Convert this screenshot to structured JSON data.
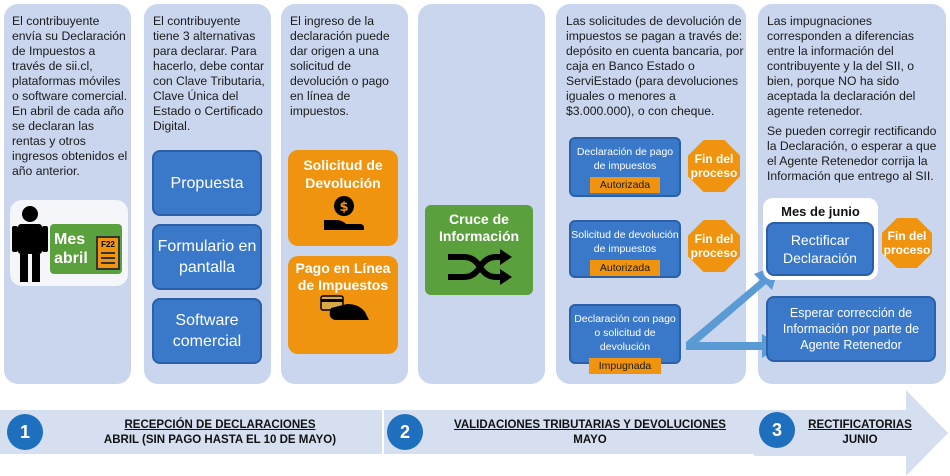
{
  "col1": {
    "text": "El contribuyente envía su Declaración de Impuestos a través de sii.cl, plataformas móviles o software comercial. En abril de cada año se declaran las rentas y otros ingresos obtenidos el año anterior.",
    "badge_month": "Mes abril",
    "form_label": "F22"
  },
  "col2": {
    "text": "El contribuyente tiene 3 alternativas para declarar. Para hacerlo, debe contar con Clave Tributaria, Clave Única del Estado o Certificado Digital.",
    "options": [
      "Propuesta",
      "Formulario en pantalla",
      "Software comercial"
    ]
  },
  "col3": {
    "text": "El ingreso de la declaración puede dar origen a una solicitud de devolución o pago en línea de impuestos.",
    "box1": "Solicitud de Devolución",
    "box2": "Pago en Línea de Impuestos"
  },
  "col4": {
    "label": "Cruce de Información"
  },
  "col5": {
    "text": "Las solicitudes de devolución de impuestos se pagan a través de: depósito en cuenta bancaria, por caja en Banco Estado o ServiEstado (para devoluciones iguales o menores a $3.000.000), o con cheque.",
    "items": [
      {
        "label": "Declaración de pago de impuestos",
        "status": "Autorizada"
      },
      {
        "label": "Solicitud de devolución de impuestos",
        "status": "Autorizada"
      },
      {
        "label": "Declaración con pago o solicitud de devolución",
        "status": "Impugnada"
      }
    ],
    "end_label": "Fin del proceso"
  },
  "col6": {
    "text1": "Las impugnaciones corresponden a diferencias entre la información del contribuyente y la del SII, o bien, porque NO ha sido aceptada la declaración del agente retenedor.",
    "text2": "Se pueden corregir rectificando la Declaración, o esperar a que el Agente Retenedor corrija la Información que entrego al SII.",
    "month": "Mes de junio",
    "rectify": "Rectificar Declaración",
    "wait": "Esperar corrección de Información por parte de Agente Retenedor",
    "end_label": "Fin del proceso"
  },
  "stages": [
    {
      "number": "1",
      "title": "RECEPCIÓN DE DECLARACIONES",
      "subtitle": "ABRIL (SIN PAGO HASTA EL 10 DE MAYO)"
    },
    {
      "number": "2",
      "title": "VALIDACIONES TRIBUTARIAS Y DEVOLUCIONES",
      "subtitle": "MAYO"
    },
    {
      "number": "3",
      "title": "RECTIFICATORIAS",
      "subtitle": "JUNIO"
    }
  ],
  "colors": {
    "panel": "#c9d6ee",
    "blue": "#3a78c9",
    "orange": "#f0930f",
    "green": "#5aa03c",
    "circle": "#1f6fbf"
  }
}
